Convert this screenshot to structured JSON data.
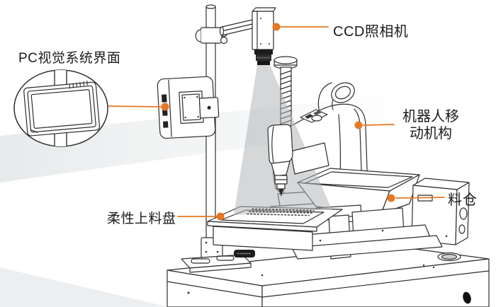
{
  "accent_color": "#E87722",
  "line_color": "#2e2e2e",
  "callouts": {
    "pc_vision_ui": {
      "label": "PC视觉系统界面"
    },
    "ccd_camera": {
      "label": "CCD照相机"
    },
    "robot_mechanism": {
      "label": "机器人移\n动机构"
    },
    "hopper": {
      "label": "料仓"
    },
    "flexible_tray": {
      "label": "柔性上料盘"
    }
  }
}
